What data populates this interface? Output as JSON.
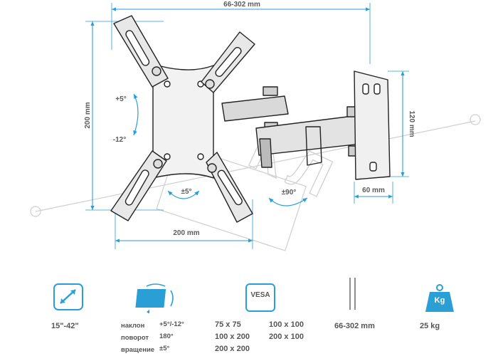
{
  "dimensions": {
    "top_width": "66-302 mm",
    "left_height": "200 mm",
    "bottom_width": "200 mm",
    "right_height": "120 mm",
    "depth": "60 mm",
    "tilt_up": "+5°",
    "tilt_down": "-12°",
    "rotation": "±5°",
    "swivel": "±90°"
  },
  "specs": {
    "screen_size": "15\"-42\"",
    "tilt_label": "наклон",
    "tilt_value": "+5°/-12°",
    "swivel_label": "поворот",
    "swivel_value": "180°",
    "rotation_label": "вращение",
    "rotation_value": "±5°",
    "vesa_badge": "VESA",
    "vesa_col1": [
      "75 x 75",
      "100 x 200",
      "200 x 200"
    ],
    "vesa_col2": [
      "100 x 100",
      "200 x 100"
    ],
    "wall_distance": "66-302 mm",
    "weight_badge": "Kg",
    "max_load": "25 kg"
  },
  "colors": {
    "accent": "#2a9fd6",
    "text": "#555555",
    "watermark": "#c8c8c8"
  }
}
